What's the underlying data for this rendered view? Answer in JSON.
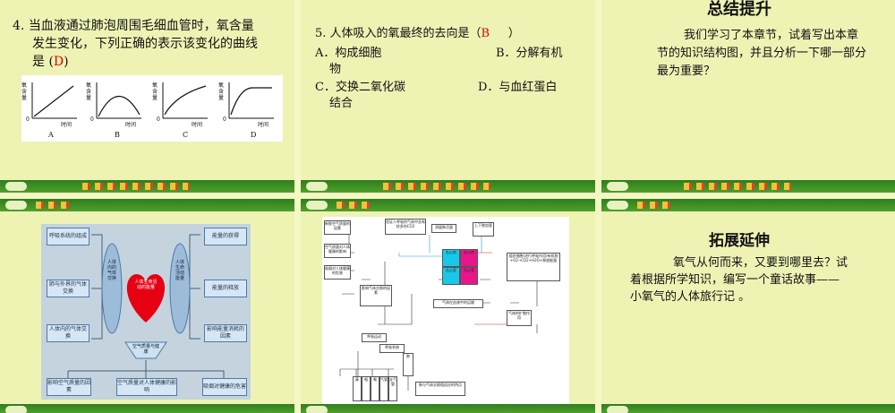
{
  "q4": {
    "number": "4.",
    "line1": "当血液通过肺泡周围毛细血管时，氧含量",
    "line2": "发生变化，下列正确的表示该变化的曲线",
    "line3_prefix": "是 (",
    "answer": "D",
    "line3_suffix": ")",
    "ylabel": "氧含量",
    "xlabel": "时间",
    "origin": "0",
    "graph_labels": [
      "A",
      "B",
      "C",
      "D"
    ]
  },
  "q5": {
    "line1_prefix": "5. 人体吸入的氧最终的去向是（",
    "answer": "B",
    "line1_suffix": "）",
    "optA": "A．构成细胞",
    "optB": "B．分解有机",
    "optB2": "物",
    "optC": "C．交换二氧化碳",
    "optD": "D．与血红蛋白",
    "optD2": "结合"
  },
  "summary": {
    "title": "总结提升",
    "line1": "我们学习了本章节，试着写出本章",
    "line2": "节的知识结构图，并且分析一下哪一部分",
    "line3": "最为重要？"
  },
  "mindmap": {
    "left_boxes": [
      "呼吸系统的组成",
      "肺与外界的气体交换",
      "人体内的气体交换"
    ],
    "center_left": "人体内的气体交换",
    "heart": "人体生命活动的能量",
    "center_right": "人体生命活动能量",
    "right_boxes": [
      "能量的获得",
      "能量的释放",
      "影响能量消耗的因素"
    ],
    "trapezoid": "空气质量与健康",
    "bottom_boxes": [
      "影响空气质量的因素",
      "空气质量对人体健康的影响",
      "吸烟对健康的危害"
    ]
  },
  "flowchart": {
    "top_boxes": [
      "验证人呼吸的气体中含有较多的CO2",
      "测量肺活量",
      "上下肢血管"
    ],
    "left_boxes": [
      "新鲜空气质量的因素",
      "空气质量对人体健康的影响",
      "吸烟对人体健康的危害"
    ],
    "red_cells": [
      "左心房",
      "左心室"
    ],
    "cyan_cells": [
      "右心房",
      "右心室"
    ],
    "notes": [
      "组织细胞(进行呼吸作用)有机物+O2→CO2+H2O+释放能量",
      "影响气体交换的因素",
      "气体在血液中的运输",
      "气体的扩散作用"
    ],
    "bottom_boxes": [
      "呼吸运动",
      "呼吸系统",
      "鼻",
      "咽",
      "喉",
      "气管",
      "支气管",
      "肺",
      "肺与气体交换相适应的特点"
    ]
  },
  "extension": {
    "title": "拓展延伸",
    "line1": "氧气从何而来，又要到哪里去？试",
    "line2": "着根据所学知识，编写一个童话故事——",
    "line3": "小氧气的人体旅行记 。"
  }
}
